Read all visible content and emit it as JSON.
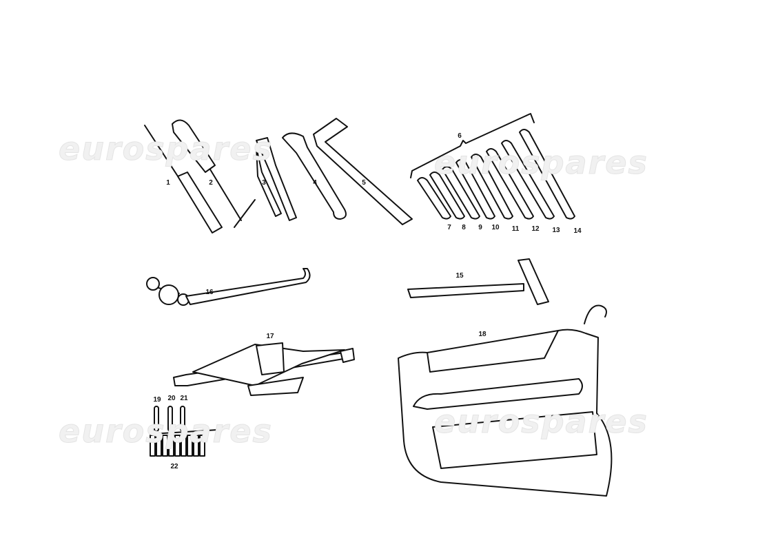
{
  "watermark": "eurospares",
  "labels": [
    "1",
    "2",
    "3",
    "4",
    "5",
    "6",
    "7",
    "8",
    "9",
    "10",
    "11",
    "12",
    "13",
    "14",
    "15",
    "16",
    "17",
    "18",
    "19",
    "20",
    "21",
    "22"
  ],
  "colors": {
    "ink": "#111111",
    "watermark": "#e4e4e4",
    "background": "#ffffff"
  }
}
